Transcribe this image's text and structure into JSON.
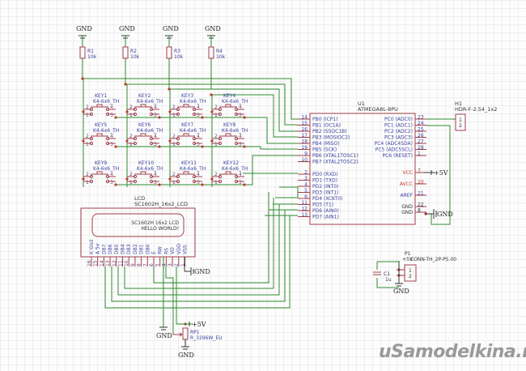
{
  "schematic": {
    "power_labels": {
      "gnd": "GND",
      "vcc": "+5V"
    },
    "resistors": [
      {
        "ref": "R1",
        "value": "10k"
      },
      {
        "ref": "R2",
        "value": "10k"
      },
      {
        "ref": "R3",
        "value": "10k"
      },
      {
        "ref": "R4",
        "value": "10k"
      }
    ],
    "keys": [
      {
        "ref": "KEY1",
        "value": "K4-6x6_TH"
      },
      {
        "ref": "KEY2",
        "value": "K4-6x6_TH"
      },
      {
        "ref": "KEY3",
        "value": "K4-6x6_TH"
      },
      {
        "ref": "KEY4",
        "value": "K4-6x6_TH"
      },
      {
        "ref": "KEY5",
        "value": "K4-6x6_TH"
      },
      {
        "ref": "KEY6",
        "value": "K4-6x6_TH"
      },
      {
        "ref": "KEY7",
        "value": "K4-6x6_TH"
      },
      {
        "ref": "KEY8",
        "value": "K4-6x6_TH"
      },
      {
        "ref": "KEY9",
        "value": "K4-6x6_TH"
      },
      {
        "ref": "KEY10",
        "value": "K4-6x6_TH"
      },
      {
        "ref": "KEY11",
        "value": "K4-6x6_TH"
      },
      {
        "ref": "KEY12",
        "value": "K4-6x6_TH"
      }
    ],
    "key_pins": [
      "2",
      "4",
      "1",
      "3"
    ],
    "mcu": {
      "ref": "U1",
      "value": "ATMEGA8L-8PU",
      "left_pins": [
        {
          "num": "14",
          "name": "PB0 (ICP1)"
        },
        {
          "num": "15",
          "name": "PB1 (OC1A)"
        },
        {
          "num": "16",
          "name": "PB2 (SSOC1B)"
        },
        {
          "num": "17",
          "name": "PB3 (MOSIOC2)"
        },
        {
          "num": "18",
          "name": "PB4 (MISO)"
        },
        {
          "num": "19",
          "name": "PB5 (SCK)"
        },
        {
          "num": "9",
          "name": "PB6 (XTAL1TOSC1)"
        },
        {
          "num": "10",
          "name": "PB7 (XTAL2TOSC2)"
        },
        {
          "num": "2",
          "name": "PD0 (RXD)"
        },
        {
          "num": "3",
          "name": "PD1 (TXD)"
        },
        {
          "num": "4",
          "name": "PD2 (INT0)"
        },
        {
          "num": "5",
          "name": "PD3 (INT1)"
        },
        {
          "num": "6",
          "name": "PD4 (XCKT0)"
        },
        {
          "num": "11",
          "name": "PD5 (T1)"
        },
        {
          "num": "12",
          "name": "PD6 (AIN0)"
        },
        {
          "num": "13",
          "name": "PD7 (AIN1)"
        }
      ],
      "right_pins_top": [
        {
          "num": "23",
          "name": "PC0 (ADC0)"
        },
        {
          "num": "24",
          "name": "PC1 (ADC1)"
        },
        {
          "num": "25",
          "name": "PC2 (ADC2)"
        },
        {
          "num": "26",
          "name": "PC3 (ADC3)"
        },
        {
          "num": "27",
          "name": "PC4 (ADC4SDA)"
        },
        {
          "num": "28",
          "name": "PC5 (ADC5SCL)"
        },
        {
          "num": "1",
          "name": "PC6 (RESET)"
        }
      ],
      "right_pins_power": [
        {
          "num": "7",
          "name": "VCC",
          "color": "#c0392b"
        },
        {
          "num": "20",
          "name": "AVCC",
          "color": "#c0392b"
        },
        {
          "num": "21",
          "name": "AREF",
          "color": "#3b3f9e"
        },
        {
          "num": "22",
          "name": "GND",
          "color": "#333333"
        },
        {
          "num": "8",
          "name": "GND",
          "color": "#333333"
        }
      ]
    },
    "header": {
      "ref": "H1",
      "value": "HDR-F-2.54_1x2",
      "pins": [
        "1",
        "2"
      ]
    },
    "lcd": {
      "ref": "LCD",
      "value": "SC1602H_16x2_LCD",
      "screen_line1": "SC1602H 16x2 LCD",
      "screen_line2": "HELLO WORLD!",
      "pins": [
        "K Gnd",
        "A 5v",
        "DB7",
        "DB6",
        "DB5",
        "DB4",
        "DB3",
        "DB2",
        "DB1",
        "DB0",
        "E",
        "RW",
        "RS",
        "VO",
        "VDD",
        "VSS"
      ],
      "pin_numbers": [
        "16",
        "15",
        "14",
        "13",
        "12",
        "11",
        "10",
        "9",
        "8",
        "7",
        "6",
        "5",
        "4",
        "3",
        "2",
        "1"
      ]
    },
    "pot": {
      "ref": "RP1",
      "value": "R_3296W_EU"
    },
    "power_conn": {
      "ref": "P1",
      "value": "CONN-TH_2P-P5.00",
      "pins": [
        "1",
        "2"
      ]
    },
    "cap": {
      "ref": "C1",
      "value": "1u"
    },
    "colors": {
      "wire": "#2e8b2e",
      "pin": "#a0404a",
      "junction": "#c0392b",
      "body": "#a0404a",
      "text": "#3b3f9e"
    }
  },
  "watermark": "uSamodelkina.ru"
}
